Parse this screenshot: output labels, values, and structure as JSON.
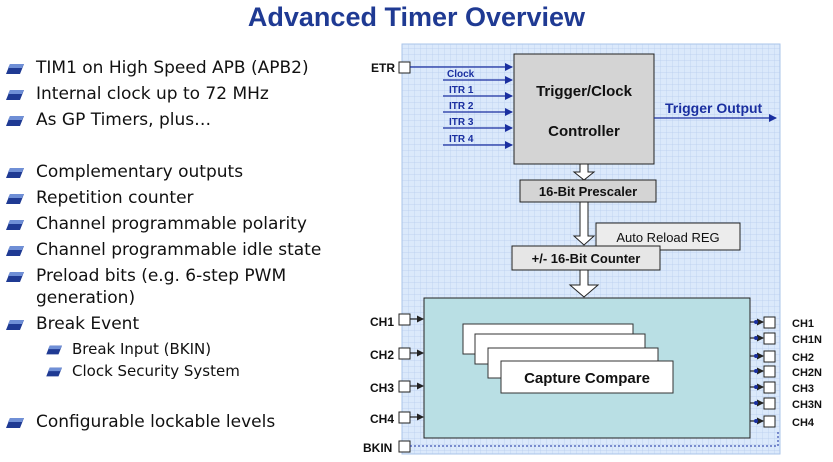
{
  "title": "Advanced Timer Overview",
  "bullets": [
    {
      "text": "TIM1 on High Speed APB (APB2)"
    },
    {
      "text": "Internal clock up to 72 MHz"
    },
    {
      "text": "As GP Timers, plus…"
    },
    {
      "text": "Complementary outputs"
    },
    {
      "text": "Repetition counter"
    },
    {
      "text": "Channel programmable polarity"
    },
    {
      "text": "Channel programmable idle state"
    },
    {
      "text": "Preload bits (e.g. 6-step PWM"
    },
    {
      "text": "generation)"
    },
    {
      "text": "Break Event"
    },
    {
      "text": "Break Input (BKIN)"
    },
    {
      "text": "Clock Security System"
    },
    {
      "text": "Configurable lockable levels"
    }
  ],
  "diagram": {
    "etr": "ETR",
    "trigger_inputs": [
      "Clock",
      "ITR 1",
      "ITR 2",
      "ITR 3",
      "ITR 4"
    ],
    "trigger_clock_line1": "Trigger/Clock",
    "trigger_clock_line2": "Controller",
    "trigger_output": "Trigger Output",
    "prescaler": "16-Bit Prescaler",
    "auto_reload": "Auto Reload REG",
    "counter": "+/- 16-Bit Counter",
    "capture_compare": "Capture Compare",
    "left_channels": [
      "CH1",
      "CH2",
      "CH3",
      "CH4"
    ],
    "bkin": "BKIN",
    "right_channels": [
      "CH1",
      "CH1N",
      "CH2",
      "CH2N",
      "CH3",
      "CH3N",
      "CH4"
    ]
  },
  "colors": {
    "title": "#1f3a93",
    "grid_bg": "#dbe9fb",
    "block_fill": "#d4d4d4",
    "cc_area": "#b9dfe4",
    "arrow_blue": "#1a2fa0",
    "trigger_output": "#1a2fa0"
  }
}
